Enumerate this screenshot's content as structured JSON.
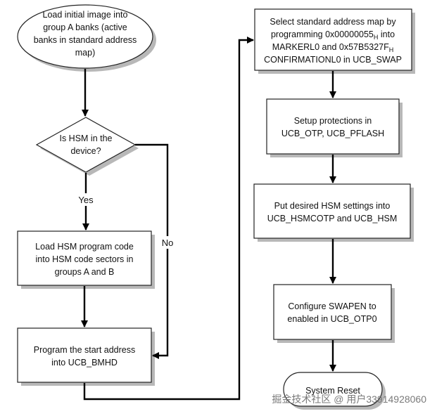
{
  "nodes": {
    "start": {
      "lines": [
        "Load initial image into",
        "group A banks (active",
        "banks in standard address",
        "map)"
      ]
    },
    "decision_hsm": {
      "lines": [
        "Is HSM in the",
        "device?"
      ]
    },
    "load_hsm": {
      "lines": [
        "Load HSM program code",
        "into HSM code sectors in",
        "groups A and B"
      ]
    },
    "program_start": {
      "lines": [
        "Program the start address",
        "into UCB_BMHD"
      ]
    },
    "select_map": {
      "lines": [
        [
          {
            "t": "Select standard address map by"
          }
        ],
        [
          {
            "t": "programming 0x00000055"
          },
          {
            "t": "H",
            "sub": true
          },
          {
            "t": " into"
          }
        ],
        [
          {
            "t": "MARKERL0 and 0x57B5327F"
          },
          {
            "t": "H",
            "sub": true
          }
        ],
        [
          {
            "t": "CONFIRMATIONL0 in UCB_SWAP"
          }
        ]
      ]
    },
    "protections": {
      "lines": [
        "Setup protections in",
        "UCB_OTP, UCB_PFLASH"
      ]
    },
    "hsm_settings": {
      "lines": [
        "Put desired HSM settings into",
        "UCB_HSMCOTP and UCB_HSM"
      ]
    },
    "swapen": {
      "lines": [
        "Configure SWAPEN to",
        "enabled in UCB_OTP0"
      ]
    },
    "reset": {
      "lines": [
        "System Reset"
      ]
    }
  },
  "edge_labels": {
    "yes": "Yes",
    "no": "No"
  },
  "watermark": "掘金技术社区 @ 用户3391492806​0"
}
